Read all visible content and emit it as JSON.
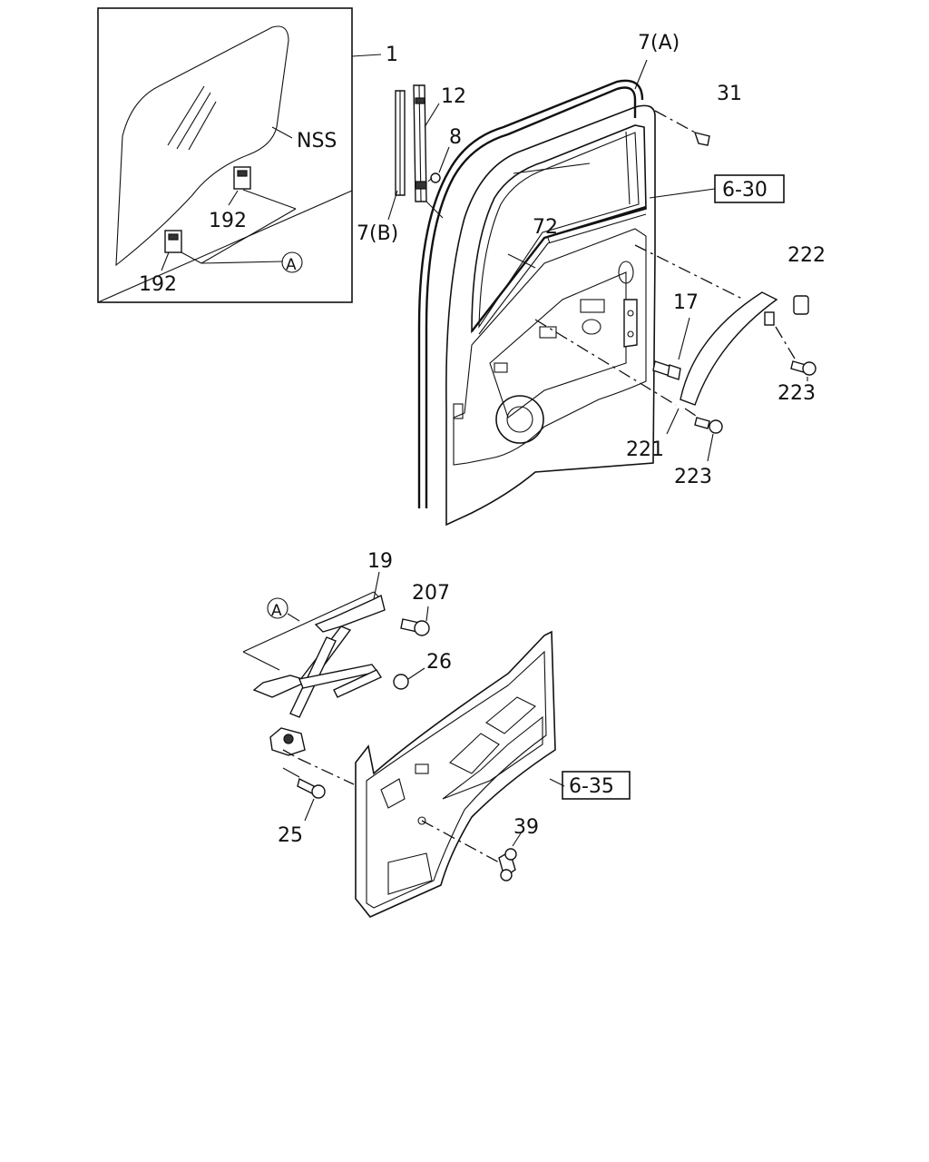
{
  "callouts": {
    "c1": "1",
    "nss": "NSS",
    "c192a": "192",
    "c192b": "192",
    "circleA_top": "A",
    "c12": "12",
    "c8": "8",
    "c7b": "7(B)",
    "c7a": "7(A)",
    "c31": "31",
    "ref630": "6-30",
    "c72": "72",
    "c17": "17",
    "c222": "222",
    "c223a": "223",
    "c221": "221",
    "c223b": "223",
    "c19": "19",
    "c207": "207",
    "circleA_bottom": "A",
    "c26": "26",
    "ref635": "6-35",
    "c25": "25",
    "c39": "39"
  }
}
